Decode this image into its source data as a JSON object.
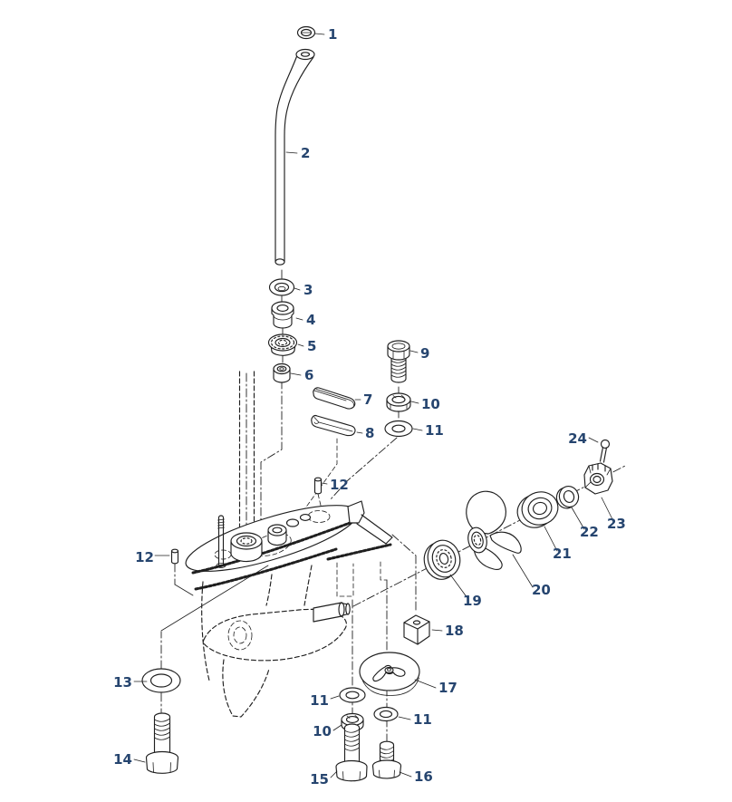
{
  "diagram": {
    "type": "exploded-parts-diagram",
    "subject": "outboard lower unit gearcase with shift rod, driveshaft, propeller and hardware",
    "background_color": "#ffffff",
    "line_color": "#1f1f1f",
    "callout_color": "#26456f",
    "part_numbers_shown": [
      "1",
      "2",
      "3",
      "4",
      "5",
      "6",
      "7",
      "8",
      "9",
      "10",
      "11",
      "12",
      "13",
      "14",
      "15",
      "16",
      "17",
      "18",
      "19",
      "20",
      "21",
      "22",
      "23",
      "24"
    ],
    "callouts": [
      {
        "label": "1"
      },
      {
        "label": "2"
      },
      {
        "label": "3"
      },
      {
        "label": "4"
      },
      {
        "label": "5"
      },
      {
        "label": "6"
      },
      {
        "label": "7"
      },
      {
        "label": "8"
      },
      {
        "label": "9"
      },
      {
        "label": "10"
      },
      {
        "label": "11"
      },
      {
        "label": "12"
      },
      {
        "label": "12"
      },
      {
        "label": "13"
      },
      {
        "label": "14"
      },
      {
        "label": "11"
      },
      {
        "label": "10"
      },
      {
        "label": "15"
      },
      {
        "label": "11"
      },
      {
        "label": "16"
      },
      {
        "label": "17"
      },
      {
        "label": "18"
      },
      {
        "label": "19"
      },
      {
        "label": "20"
      },
      {
        "label": "21"
      },
      {
        "label": "22"
      },
      {
        "label": "23"
      },
      {
        "label": "24"
      }
    ]
  }
}
